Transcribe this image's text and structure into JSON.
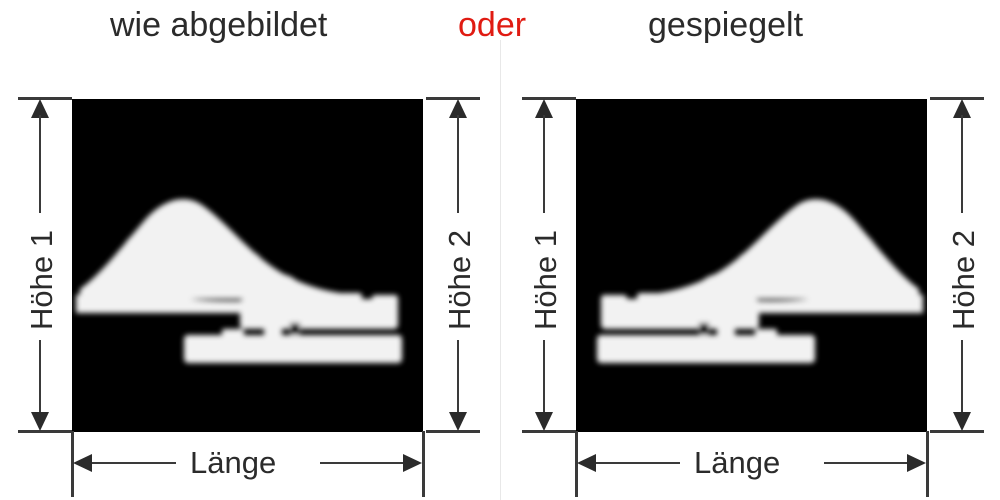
{
  "headings": {
    "left": "wie abgebildet",
    "connector": "oder",
    "right": "gespiegelt"
  },
  "colors": {
    "connector_text": "#e01b12",
    "text": "#2b2b2b",
    "image_placeholder_background": "#000000",
    "artwork": "#ffffff",
    "dimension_line": "#3a3a3a",
    "divider": "#e8e8e8",
    "page_background": "#ffffff"
  },
  "panels": [
    {
      "id": "as-shown",
      "heading": "wie abgebildet",
      "height_label": "Höhe 1",
      "length_label": "Länge",
      "image": {
        "orientation": "original",
        "alt": "blurred white logo artwork on black background"
      }
    },
    {
      "id": "mirrored",
      "heading": "gespiegelt",
      "height_label": "Höhe 2",
      "length_label": "Länge",
      "image": {
        "orientation": "mirrored-horizontally",
        "alt": "blurred white logo artwork on black background, flipped horizontally"
      }
    }
  ]
}
